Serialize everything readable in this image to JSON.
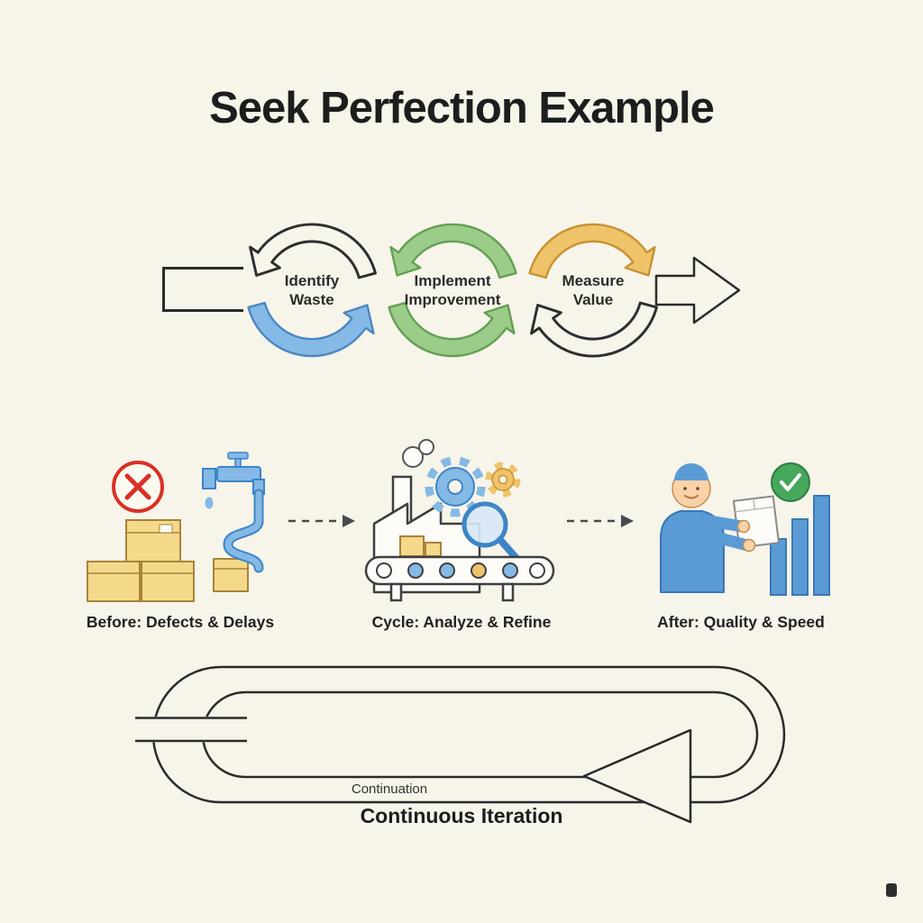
{
  "title": "Seek Perfection Example",
  "cycle": {
    "steps": [
      {
        "line1": "Identify",
        "line2": "Waste",
        "color": "#85b9e6"
      },
      {
        "line1": "Implement",
        "line2": "Improvement",
        "color": "#9bcc8a"
      },
      {
        "line1": "Measure",
        "line2": "Value",
        "color": "#eec36a"
      }
    ]
  },
  "scenes": [
    {
      "caption": "Before: Defects & Delays"
    },
    {
      "caption": "Cycle: Analyze & Refine"
    },
    {
      "caption": "After: Quality & Speed"
    }
  ],
  "loop": {
    "inner_label": "Continuation",
    "caption": "Continuous Iteration"
  },
  "colors": {
    "background": "#f7f4ea",
    "ink": "#2b2b2b",
    "blue": "#85b9e6",
    "green": "#9bcc8a",
    "amber": "#eec36a",
    "red": "#d93025",
    "check_green": "#45a85a",
    "tan": "#f4d98b"
  }
}
